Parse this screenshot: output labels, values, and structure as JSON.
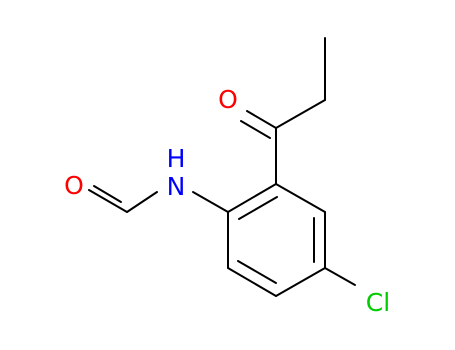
{
  "molecule": {
    "atoms": {
      "oxygen_ketone": {
        "label": "O",
        "color": "#ff0000"
      },
      "oxygen_formyl": {
        "label": "O",
        "color": "#ff0000"
      },
      "nitrogen_amide": {
        "label": "N",
        "color": "#0000ff"
      },
      "hydrogen_amide": {
        "label": "H",
        "color": "#0000ff"
      },
      "chlorine": {
        "label": "Cl",
        "color": "#00cc00"
      }
    },
    "bond_color": "#000000"
  }
}
